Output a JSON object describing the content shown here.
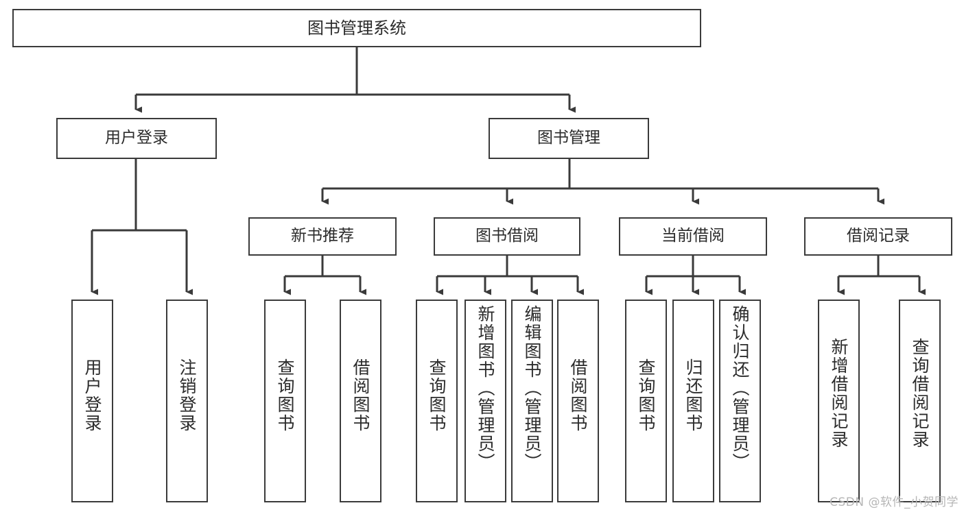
{
  "diagram": {
    "title": "图书管理系统",
    "type": "hierarchy-tree",
    "line_color": "#3a3a3a",
    "box_fill": "#ffffff",
    "text_color": "#2b2b2b",
    "root": {
      "label": "图书管理系统"
    },
    "level2": [
      {
        "label": "用户登录"
      },
      {
        "label": "图书管理"
      }
    ],
    "level3": [
      {
        "label": "新书推荐"
      },
      {
        "label": "图书借阅"
      },
      {
        "label": "当前借阅"
      },
      {
        "label": "借阅记录"
      }
    ],
    "leaves": {
      "user_login": [
        {
          "label": "用户登录"
        },
        {
          "label": "注销登录"
        }
      ],
      "new_book_recommend": [
        {
          "label": "查询图书"
        },
        {
          "label": "借阅图书"
        }
      ],
      "book_borrow": [
        {
          "label": "查询图书"
        },
        {
          "label": "新增图书（管理员）"
        },
        {
          "label": "编辑图书（管理员）"
        },
        {
          "label": "借阅图书"
        }
      ],
      "current_borrow": [
        {
          "label": "查询图书"
        },
        {
          "label": "归还图书"
        },
        {
          "label": "确认归还（管理员）"
        }
      ],
      "borrow_records": [
        {
          "label": "新增借阅记录"
        },
        {
          "label": "查询借阅记录"
        }
      ]
    }
  },
  "watermark": {
    "text": "CSDN @软件_小贺同学"
  }
}
